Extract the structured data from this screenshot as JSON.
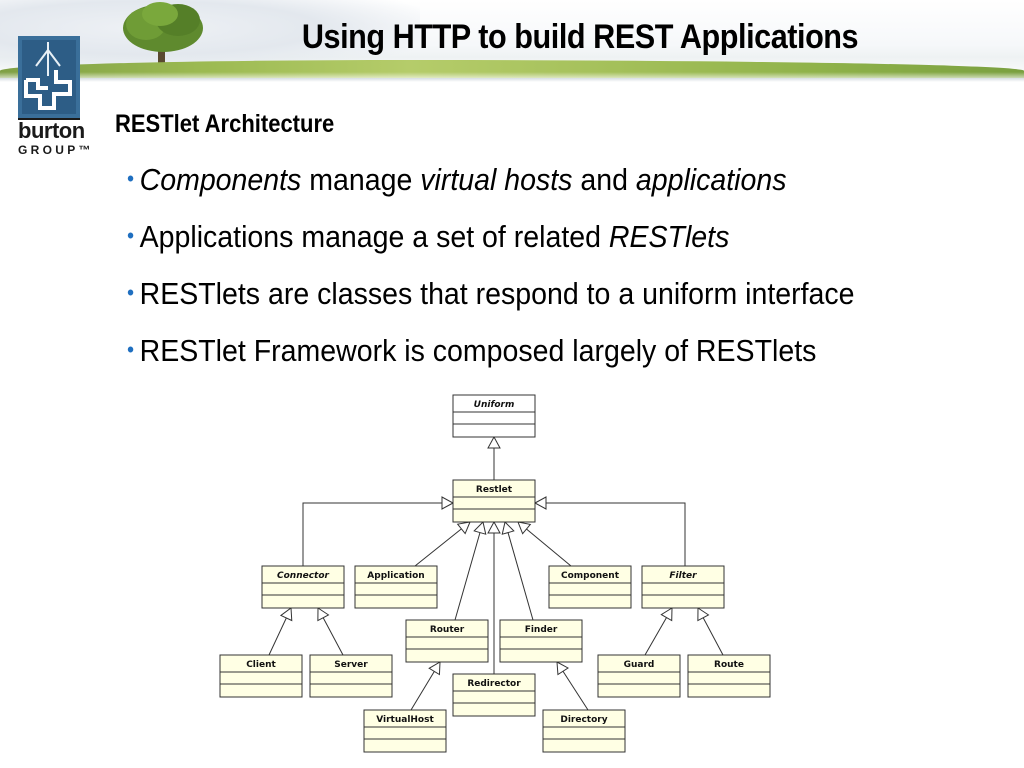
{
  "slide": {
    "title": "Using HTTP to build REST Applications",
    "subtitle": "RESTlet Architecture",
    "logo": {
      "word": "burton",
      "group": "GROUP™"
    },
    "bullets": [
      [
        {
          "text": "Components",
          "italic": true
        },
        {
          "text": " manage ",
          "italic": false
        },
        {
          "text": "virtual hosts",
          "italic": true
        },
        {
          "text": " and ",
          "italic": false
        },
        {
          "text": "applications",
          "italic": true
        }
      ],
      [
        {
          "text": "Applications manage a set of related ",
          "italic": false
        },
        {
          "text": "RESTlets",
          "italic": true
        }
      ],
      [
        {
          "text": "RESTlets are classes that respond to a uniform interface",
          "italic": false
        }
      ],
      [
        {
          "text": "RESTlet Framework is composed largely of RESTlets",
          "italic": false
        }
      ]
    ]
  },
  "diagram": {
    "classes": [
      {
        "id": "uniform",
        "name": "Uniform",
        "abstract": true
      },
      {
        "id": "restlet",
        "name": "Restlet",
        "abstract": false
      },
      {
        "id": "connector",
        "name": "Connector",
        "abstract": true
      },
      {
        "id": "application",
        "name": "Application",
        "abstract": false
      },
      {
        "id": "component",
        "name": "Component",
        "abstract": false
      },
      {
        "id": "filter",
        "name": "Filter",
        "abstract": true
      },
      {
        "id": "router",
        "name": "Router",
        "abstract": false
      },
      {
        "id": "finder",
        "name": "Finder",
        "abstract": false
      },
      {
        "id": "client",
        "name": "Client",
        "abstract": false
      },
      {
        "id": "server",
        "name": "Server",
        "abstract": false
      },
      {
        "id": "redirector",
        "name": "Redirector",
        "abstract": false
      },
      {
        "id": "guard",
        "name": "Guard",
        "abstract": false
      },
      {
        "id": "route",
        "name": "Route",
        "abstract": false
      },
      {
        "id": "virtualhost",
        "name": "VirtualHost",
        "abstract": false
      },
      {
        "id": "directory",
        "name": "Directory",
        "abstract": false
      }
    ],
    "inheritance": [
      {
        "child": "restlet",
        "parent": "uniform"
      },
      {
        "child": "connector",
        "parent": "restlet"
      },
      {
        "child": "application",
        "parent": "restlet"
      },
      {
        "child": "router",
        "parent": "restlet"
      },
      {
        "child": "redirector",
        "parent": "restlet"
      },
      {
        "child": "finder",
        "parent": "restlet"
      },
      {
        "child": "component",
        "parent": "restlet"
      },
      {
        "child": "filter",
        "parent": "restlet"
      },
      {
        "child": "client",
        "parent": "connector"
      },
      {
        "child": "server",
        "parent": "connector"
      },
      {
        "child": "virtualhost",
        "parent": "router"
      },
      {
        "child": "directory",
        "parent": "finder"
      },
      {
        "child": "guard",
        "parent": "filter"
      },
      {
        "child": "route",
        "parent": "filter"
      }
    ],
    "colors": {
      "uniform_fill": "#ffffff",
      "class_fill": "#ffffe4",
      "border": "#333333"
    }
  }
}
